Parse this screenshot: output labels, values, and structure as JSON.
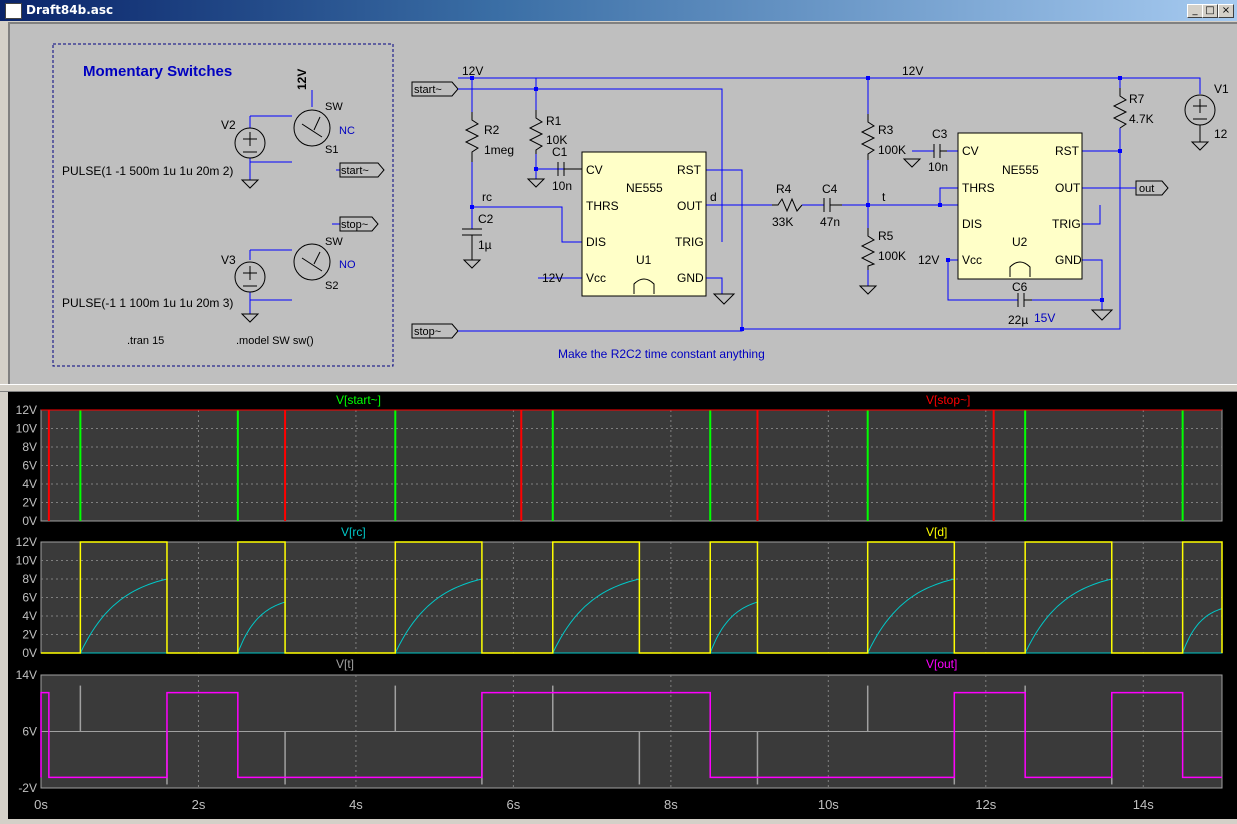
{
  "window": {
    "title": "Draft84b.asc",
    "minimize": "_",
    "maximize": "□",
    "close": "×"
  },
  "schematic": {
    "switches_title": "Momentary Switches",
    "rail_12v_a": "12V",
    "rail_12v_b": "12V",
    "rail_12v_c": "12V",
    "v1": "V1",
    "v1_val": "12",
    "v2": "V2",
    "v2_source": "PULSE(1 -1 500m 1u 1u 20m 2)",
    "v3": "V3",
    "v3_source": "PULSE(-1 1 100m 1u 1u 20m 3)",
    "sw_a": "SW",
    "sw_b": "SW",
    "s1": "S1",
    "s2": "S2",
    "nc": "NC",
    "no": "NO",
    "tran": ".tran 15",
    "model": ".model SW sw()",
    "net_start_a": "start~",
    "net_start_b": "start~",
    "net_stop_a": "stop~",
    "net_stop_b": "stop~",
    "net_out": "out",
    "net_rc": "rc",
    "net_d": "d",
    "net_t": "t",
    "r1": "R1",
    "r1_val": "10K",
    "r2": "R2",
    "r2_val": "1meg",
    "r3": "R3",
    "r3_val": "100K",
    "r4": "R4",
    "r4_val": "33K",
    "r5": "R5",
    "r5_val": "100K",
    "r7": "R7",
    "r7_val": "4.7K",
    "c1": "C1",
    "c1_val": "10n",
    "c2": "C2",
    "c2_val": "1µ",
    "c3": "C3",
    "c3_val": "10n",
    "c4": "C4",
    "c4_val": "47n",
    "c6": "C6",
    "c6_val": "22µ",
    "c6_v": "15V",
    "ic1": {
      "name": "NE555",
      "ref": "U1",
      "cv": "CV",
      "rst": "RST",
      "thrs": "THRS",
      "out": "OUT",
      "dis": "DIS",
      "trig": "TRIG",
      "vcc": "Vcc",
      "gnd": "GND",
      "vcc_label": "12V"
    },
    "ic2": {
      "name": "NE555",
      "ref": "U2",
      "cv": "CV",
      "rst": "RST",
      "thrs": "THRS",
      "out": "OUT",
      "dis": "DIS",
      "trig": "TRIG",
      "vcc": "Vcc",
      "gnd": "GND",
      "vcc_label": "12V"
    },
    "comment": "Make the R2C2 time constant anything"
  },
  "colors": {
    "start": "#00ff00",
    "stop": "#ff0000",
    "rc": "#00c8c8",
    "d": "#ffff00",
    "t": "#a0a0a0",
    "out": "#ff00ff",
    "wire": "#0000ff",
    "component": "#000000"
  },
  "chart_data": [
    {
      "type": "line",
      "series": [
        {
          "name": "V[start~]",
          "color": "#00ff00",
          "pulses_at": [
            0.5,
            2.5,
            4.5,
            6.5,
            8.5,
            10.5,
            12.5,
            14.5
          ],
          "high": 12,
          "low": 0
        },
        {
          "name": "V[stop~]",
          "color": "#ff0000",
          "pulses_at": [
            0.1,
            3.1,
            6.1,
            9.1,
            12.1
          ],
          "high": 12,
          "low": 0
        }
      ],
      "ylim": [
        0,
        12
      ],
      "yticks": [
        "12V",
        "10V",
        "8V",
        "6V",
        "4V",
        "2V",
        "0V"
      ]
    },
    {
      "type": "line",
      "series": [
        {
          "name": "V[rc]",
          "color": "#00c8c8",
          "segments": [
            {
              "start": 0.5,
              "end": 1.6,
              "peak": 8.0
            },
            {
              "start": 2.5,
              "end": 3.1,
              "peak": 5.5
            },
            {
              "start": 4.5,
              "end": 5.6,
              "peak": 8.0
            },
            {
              "start": 6.5,
              "end": 7.6,
              "peak": 8.0
            },
            {
              "start": 8.5,
              "end": 9.1,
              "peak": 5.5
            },
            {
              "start": 10.5,
              "end": 11.6,
              "peak": 8.0
            },
            {
              "start": 12.5,
              "end": 13.6,
              "peak": 8.0
            },
            {
              "start": 14.5,
              "end": 15.0,
              "peak": 4.8
            }
          ]
        },
        {
          "name": "V[d]",
          "color": "#ffff00",
          "high_intervals": [
            [
              0.5,
              1.6
            ],
            [
              2.5,
              3.1
            ],
            [
              4.5,
              5.6
            ],
            [
              6.5,
              7.6
            ],
            [
              8.5,
              9.1
            ],
            [
              10.5,
              11.6
            ],
            [
              12.5,
              13.6
            ],
            [
              14.5,
              15.0
            ]
          ],
          "high": 12,
          "low": 0
        }
      ],
      "ylim": [
        0,
        12
      ],
      "yticks": [
        "12V",
        "10V",
        "8V",
        "6V",
        "4V",
        "2V",
        "0V"
      ]
    },
    {
      "type": "line",
      "series": [
        {
          "name": "V[t]",
          "color": "#a0a0a0",
          "baseline": 6,
          "spikes_up": [
            0.5,
            4.5,
            6.5,
            10.5,
            12.5
          ],
          "spikes_down": [
            1.6,
            3.1,
            5.6,
            7.6,
            9.1,
            11.6,
            13.6
          ]
        },
        {
          "name": "V[out]",
          "color": "#ff00ff",
          "high_intervals": [
            [
              0,
              0.1
            ],
            [
              1.6,
              2.5
            ],
            [
              5.6,
              8.5
            ],
            [
              11.6,
              12.5
            ],
            [
              13.6,
              14.5
            ]
          ],
          "high": 11.5,
          "low": -0.5
        }
      ],
      "ylim": [
        -2,
        14
      ],
      "yticks": [
        "14V",
        "6V",
        "-2V"
      ]
    }
  ],
  "x_axis": {
    "xlim": [
      0,
      15
    ],
    "ticks": [
      "0s",
      "2s",
      "4s",
      "6s",
      "8s",
      "10s",
      "12s",
      "14s"
    ]
  }
}
